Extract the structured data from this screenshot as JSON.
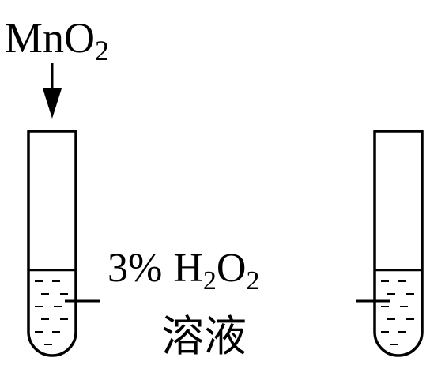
{
  "reagent": {
    "base": "MnO",
    "subscript": "2"
  },
  "solution": {
    "percent": "3%",
    "formula": [
      {
        "text": "H",
        "sub": false
      },
      {
        "text": "2",
        "sub": true
      },
      {
        "text": "O",
        "sub": false
      },
      {
        "text": "2",
        "sub": true
      }
    ],
    "name": "溶液"
  },
  "colors": {
    "ink": "#000000",
    "background": "#ffffff"
  }
}
